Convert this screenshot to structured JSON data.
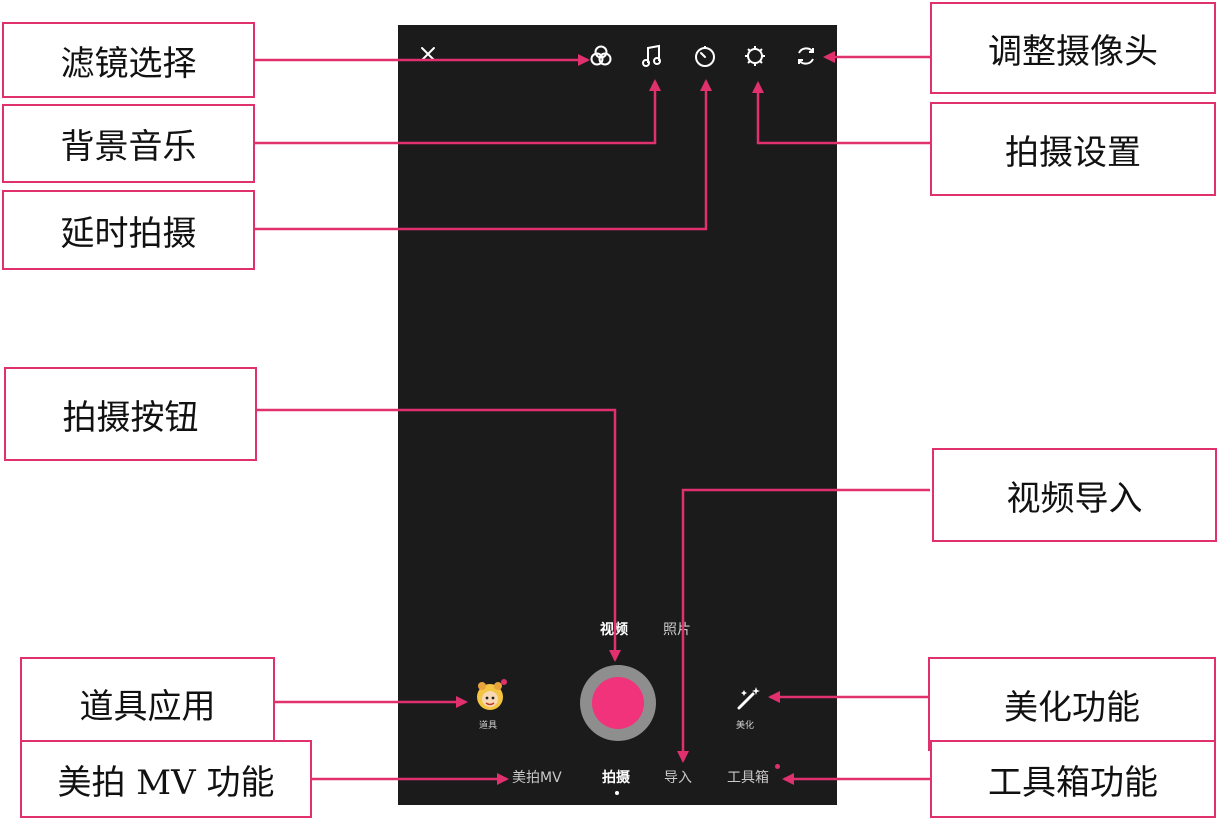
{
  "labels": {
    "filter": "滤镜选择",
    "music": "背景音乐",
    "timer": "延时拍摄",
    "shoot_button": "拍摄按钮",
    "props_app": "道具应用",
    "mv": "美拍 MV 功能",
    "switch_camera": "调整摄像头",
    "settings": "拍摄设置",
    "import_video": "视频导入",
    "beautify": "美化功能",
    "toolbox": "工具箱功能"
  },
  "phone": {
    "mode_video": "视频",
    "mode_photo": "照片",
    "props": "道具",
    "beautify": "美化",
    "nav": {
      "mv": "美拍MV",
      "shoot": "拍摄",
      "import": "导入",
      "toolbox": "工具箱"
    }
  },
  "colors": {
    "accent": "#e0306e",
    "phone_bg": "#1b1b1b",
    "record": "#f0337a",
    "ring": "#8e8e8e"
  },
  "icons": [
    "close-icon",
    "filter-icon",
    "music-note-icon",
    "timer-icon",
    "settings-gear-icon",
    "switch-camera-icon",
    "props-character-icon",
    "magic-wand-icon"
  ]
}
